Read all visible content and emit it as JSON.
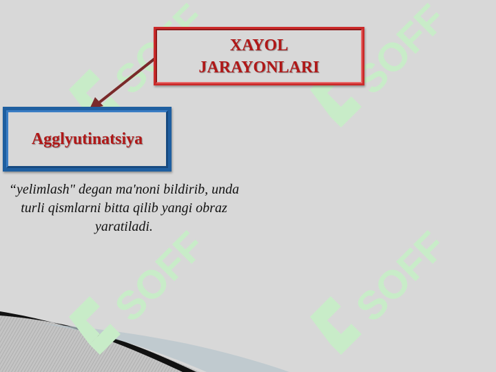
{
  "title": {
    "line1": "XAYOL",
    "line2": "JARAYONLARI"
  },
  "term": {
    "label": "Agglyutinatsiya"
  },
  "definition": {
    "text": "“yelimlash\" degan ma'noni bildirib, unda turli qismlarni bitta qilib yangi obraz yaratiladi."
  },
  "watermark": {
    "text": "SOFF",
    "icon": "soff-logo-icon",
    "color": "#c8ecc8"
  },
  "colors": {
    "background": "#d8d8d8",
    "title_border": "#cc2a2a",
    "title_text": "#b01818",
    "term_border": "#1f5fa0",
    "arrow": "#7a2a2a"
  }
}
